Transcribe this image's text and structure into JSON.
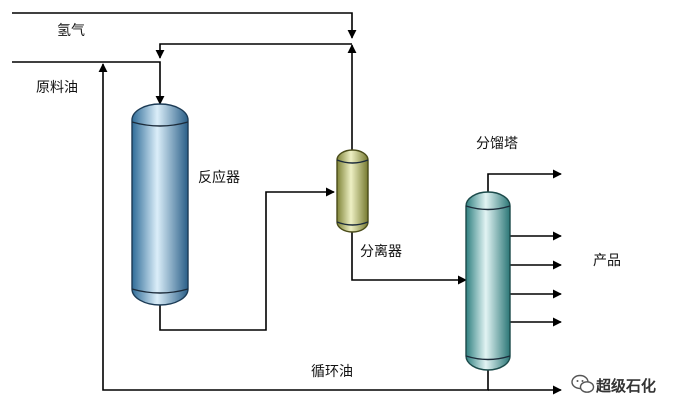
{
  "labels": {
    "hydrogen": "氢气",
    "feed_oil": "原料油",
    "reactor": "反应器",
    "separator": "分离器",
    "fractionator": "分馏塔",
    "products": "产品",
    "recycle_oil": "循环油"
  },
  "watermark": {
    "text": "超级石化",
    "icon": "wechat-icon"
  },
  "colors": {
    "reactor": "#4a90b8",
    "separator": "#a8ac5a",
    "fractionator": "#5aa8a8",
    "line": "#000000"
  }
}
